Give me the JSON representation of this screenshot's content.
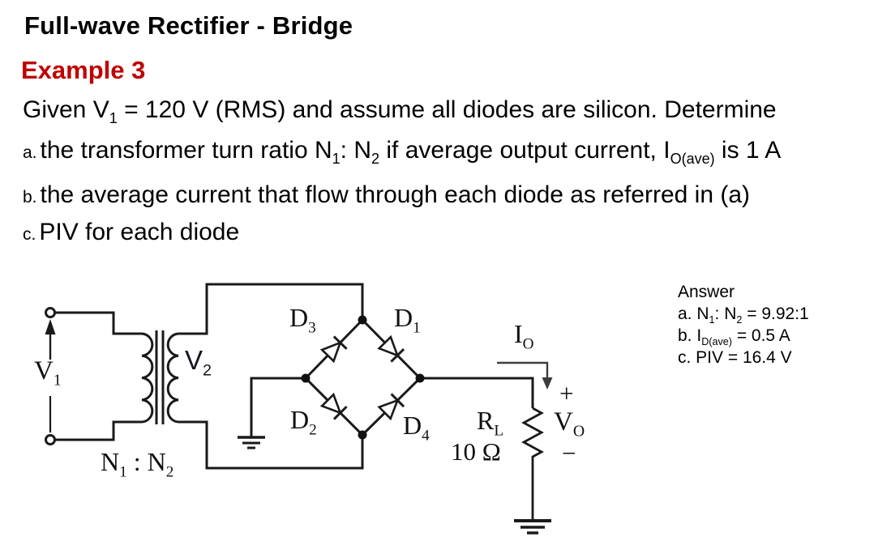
{
  "colors": {
    "accent_red": "#c00000",
    "ink": "#000000",
    "wire": "#1a1a1a",
    "arrow_gray": "#3d3d3d"
  },
  "header": {
    "title": "Full-wave Rectifier - Bridge",
    "example_label": "Example 3",
    "intro": "Given V_{1} = 120 V (RMS) and assume all diodes are silicon. Determine",
    "items": [
      {
        "marker": "a.",
        "text": "the transformer turn ratio N_{1}: N_{2} if average output current, I_{O(ave)} is 1 A"
      },
      {
        "marker": "b.",
        "text": "the average current that flow through each diode as referred in (a)"
      },
      {
        "marker": "c.",
        "text": "PIV for each diode"
      }
    ]
  },
  "circuit": {
    "source_label": "V_{1}",
    "turns_ratio": "N_{1} : N_{2}",
    "secondary_label": "V_{2}",
    "diode_d3": "D_{3}",
    "diode_d1": "D_{1}",
    "diode_d2": "D_{2}",
    "diode_d4": "D_{4}",
    "output_current": "I_{O}",
    "load_name": "R_{L}",
    "load_value": "10 Ω",
    "plus_sign": "+",
    "output_voltage": "V_{O}",
    "minus_sign": "−"
  },
  "answer": {
    "title": "Answer",
    "lines": [
      "a. N_{1}: N_{2} = 9.92:1",
      "b. I_{D(ave)} = 0.5 A",
      "c. PIV = 16.4 V"
    ]
  }
}
